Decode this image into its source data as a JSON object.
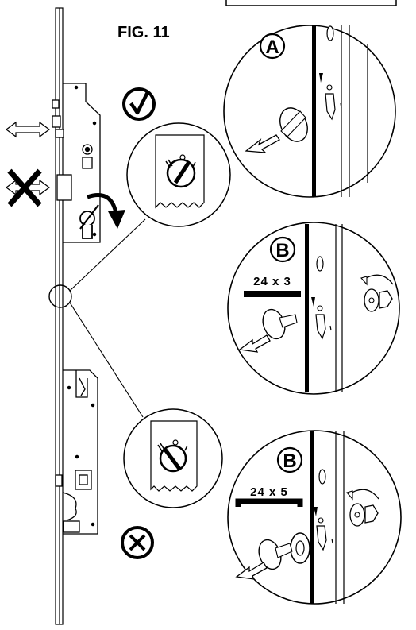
{
  "figure": {
    "title": "FIG. 11"
  },
  "details": [
    {
      "letter": "A",
      "dimension": ""
    },
    {
      "letter": "B",
      "dimension": "24 x 3"
    },
    {
      "letter": "B",
      "dimension": "24 x 5"
    }
  ],
  "icons": {
    "correct": "check-circle-icon",
    "incorrect": "cross-circle-icon",
    "wrong_direction": "cross-arrows-icon",
    "slide_direction": "double-arrow-icon",
    "rotation": "curved-arrow-icon"
  },
  "colors": {
    "ink": "#000000",
    "paper": "#ffffff",
    "fill_gray": "#e6e6e6"
  }
}
